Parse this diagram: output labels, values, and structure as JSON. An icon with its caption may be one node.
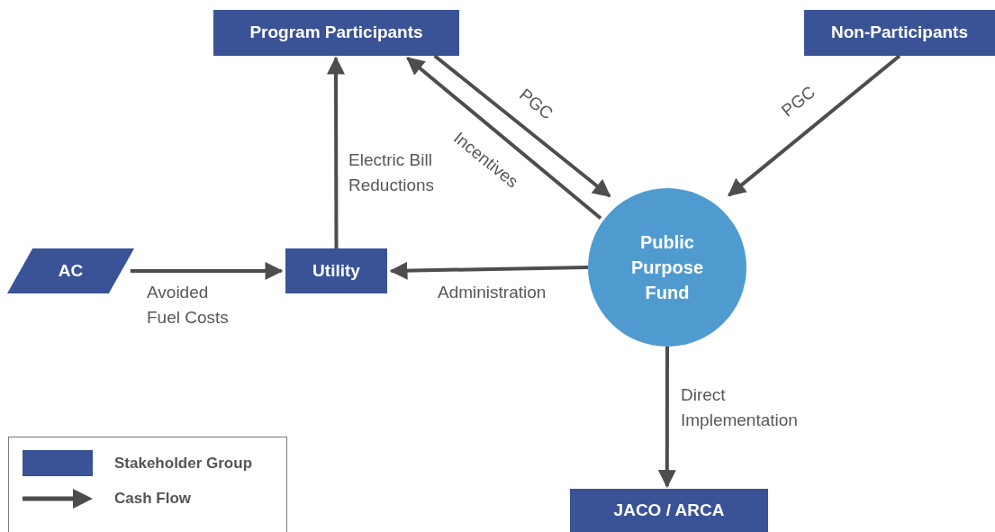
{
  "diagram": {
    "nodes": [
      {
        "text": [
          "Program Participants"
        ]
      },
      {
        "text": [
          "Non-Participants"
        ]
      },
      {
        "text": [
          "AC"
        ]
      },
      {
        "text": [
          "Utility"
        ]
      },
      {
        "text": [
          "Public Purpose Fund"
        ]
      },
      {
        "text": [
          "JACO / ARCA"
        ]
      }
    ],
    "edges": [
      {
        "from": 0,
        "to": 4,
        "arrow": "to",
        "label": "PGC"
      },
      {
        "from": 4,
        "to": 0,
        "arrow": "to",
        "label": "Incentives"
      },
      {
        "from": 1,
        "to": 4,
        "arrow": "to",
        "label": "PGC"
      },
      {
        "from": 2,
        "to": 3,
        "arrow": "to",
        "label": "Avoided Fuel Costs"
      },
      {
        "from": 3,
        "to": 0,
        "arrow": "to",
        "label": "Electric Bill Reductions"
      },
      {
        "from": 4,
        "to": 3,
        "arrow": "to",
        "label": "Administration"
      },
      {
        "from": 4,
        "to": 5,
        "arrow": "to",
        "label": "Direct Implementation"
      }
    ],
    "legend": [
      {
        "text": "Stakeholder Group",
        "color": "#3a5396"
      },
      {
        "text": "Cash Flow"
      }
    ]
  }
}
